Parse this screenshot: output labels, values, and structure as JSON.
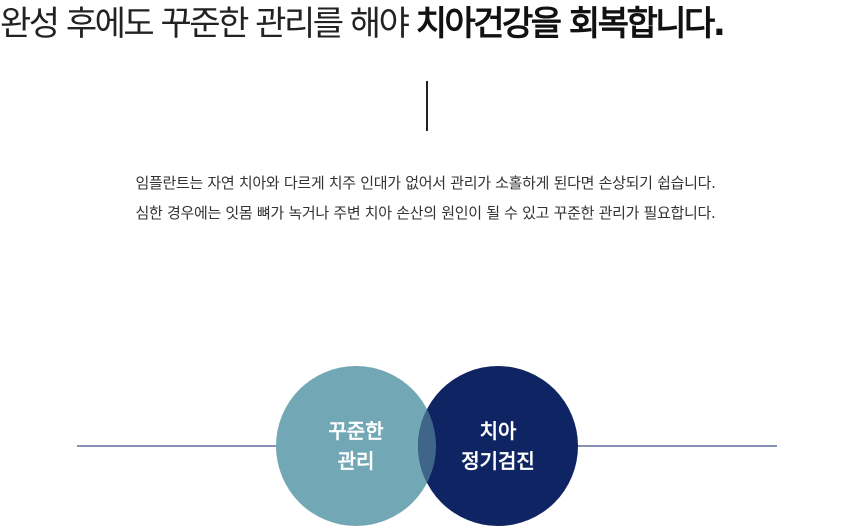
{
  "headline": {
    "light": "완성 후에도 꾸준한 관리를 해야 ",
    "bold": "치아건강을 회복합니다."
  },
  "description": {
    "line1": "임플란트는 자연 치아와 다르게 치주 인대가 없어서 관리가 소홀하게 된다면 손상되기 쉽습니다.",
    "line2": "심한 경우에는 잇몸 뼈가 녹거나 주변 치아 손산의 원인이 될 수 있고 꾸준한 관리가 필요합니다."
  },
  "circles": [
    {
      "line1": "꾸준한",
      "line2": "관리",
      "color": "#72a8b5"
    },
    {
      "line1": "치아",
      "line2": "정기검진",
      "color": "#0f2463"
    }
  ],
  "colors": {
    "overlap": "#3f6589",
    "connector_line": "#8592b4"
  }
}
